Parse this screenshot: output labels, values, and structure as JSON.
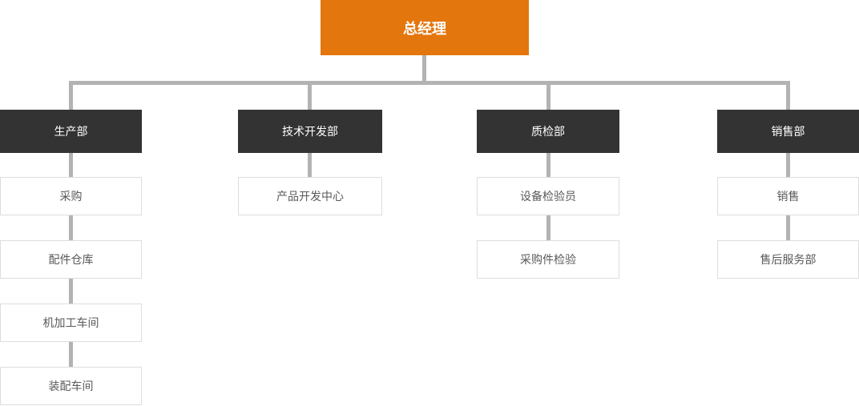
{
  "diagram": {
    "type": "org-chart",
    "root": {
      "label": "总经理"
    },
    "departments": [
      {
        "label": "生产部",
        "children": [
          "采购",
          "配件仓库",
          "机加工车间",
          "装配车间"
        ]
      },
      {
        "label": "技术开发部",
        "children": [
          "产品开发中心"
        ]
      },
      {
        "label": "质检部",
        "children": [
          "设备检验员",
          "采购件检验"
        ]
      },
      {
        "label": "销售部",
        "children": [
          "销售",
          "售后服务部"
        ]
      }
    ]
  },
  "palette": {
    "root_bg": "#E4760E",
    "root_text": "#FFFFFF",
    "dept_bg": "#333333",
    "dept_text": "#FFFFFF",
    "line": "#B3B3B3",
    "leaf_bg": "#FFFFFF",
    "leaf_border": "#DDDDDD",
    "leaf_text": "#595959"
  }
}
